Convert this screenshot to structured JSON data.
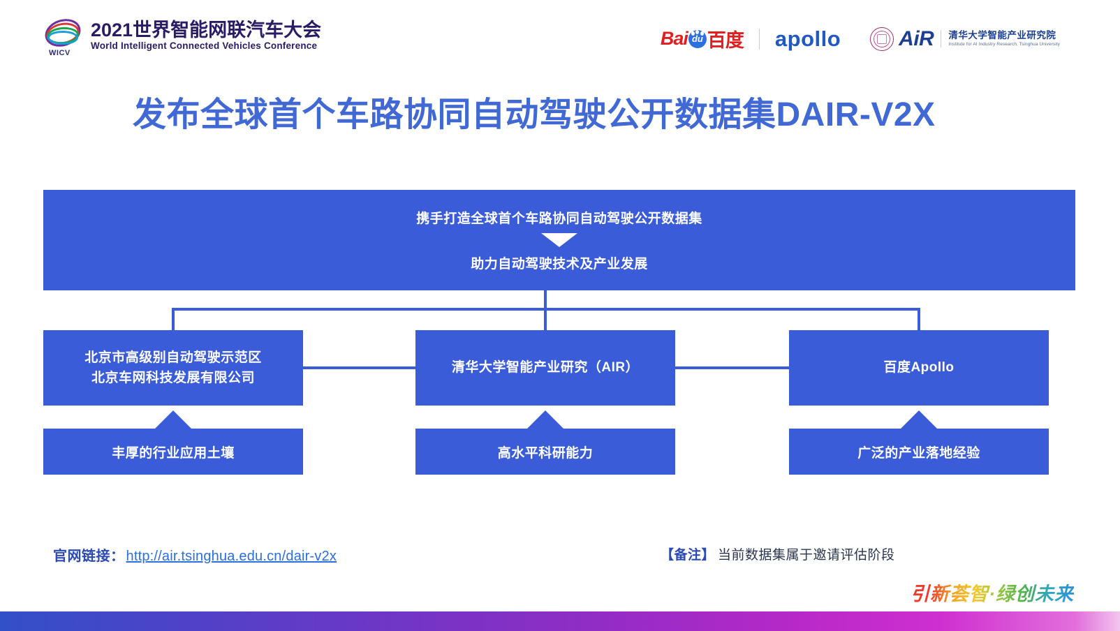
{
  "header": {
    "conference": {
      "name_cn": "2021世界智能网联汽车大会",
      "name_en": "World Intelligent Connected Vehicles Conference",
      "mark_abbr": "WICV"
    },
    "partners": {
      "baidu": {
        "latin": "Bai",
        "paw_text": "du",
        "cn": "百度"
      },
      "apollo": "apollo",
      "air": {
        "acronym": "AiR",
        "name_cn": "清华大学智能产业研究院",
        "name_en": "Institute for AI Industry Research, Tsinghua University"
      }
    }
  },
  "title": "发布全球首个车路协同自动驾驶公开数据集DAIR-V2X",
  "diagram": {
    "top_box": {
      "line1": "携手打造全球首个车路协同自动驾驶公开数据集",
      "arrow": "down-triangle",
      "line2": "助力自动驾驶技术及产业发展"
    },
    "partners": [
      {
        "name_lines": [
          "北京市高级别自动驾驶示范区",
          "北京车网科技发展有限公司"
        ],
        "strength": "丰厚的行业应用土壤"
      },
      {
        "name_lines": [
          "清华大学智能产业研究（AIR）"
        ],
        "strength": "高水平科研能力"
      },
      {
        "name_lines": [
          "百度Apollo"
        ],
        "strength": "广泛的产业落地经验"
      }
    ]
  },
  "footer": {
    "link_label": "官网链接：",
    "link_url": "http://air.tsinghua.edu.cn/dair-v2x",
    "note_label": "【备注】",
    "note_text": "当前数据集属于邀请评估阶段"
  },
  "bottom": {
    "slogan": "引新荟智·绿创未来"
  },
  "colors": {
    "brand_blue": "#3B5CD8",
    "title_blue": "#4169d6",
    "link_blue": "#2b6fe0",
    "baidu_red": "#e02020",
    "apollo_blue": "#2258c4",
    "air_blue": "#1c3f94"
  }
}
